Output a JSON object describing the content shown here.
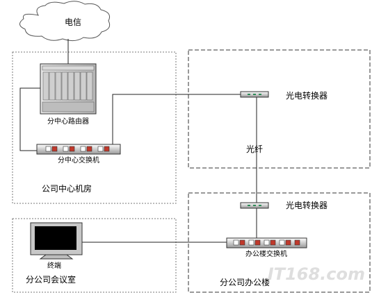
{
  "cloud": {
    "label": "电信"
  },
  "zones": {
    "center": {
      "label": "公司中心机房"
    },
    "office": {
      "label": "分公司办公楼"
    },
    "meeting": {
      "label": "分公司会议室"
    }
  },
  "devices": {
    "router": {
      "label": "分中心路由器"
    },
    "center_switch": {
      "label": "分中心交换机"
    },
    "converter_top": {
      "label": "光电转换器"
    },
    "converter_bottom": {
      "label": "光电转换器"
    },
    "office_switch": {
      "label": "办公楼交换机"
    },
    "terminal": {
      "label": "终端"
    }
  },
  "links": {
    "fiber": {
      "label": "光纤"
    }
  },
  "watermark": {
    "text": "IT168.com"
  }
}
